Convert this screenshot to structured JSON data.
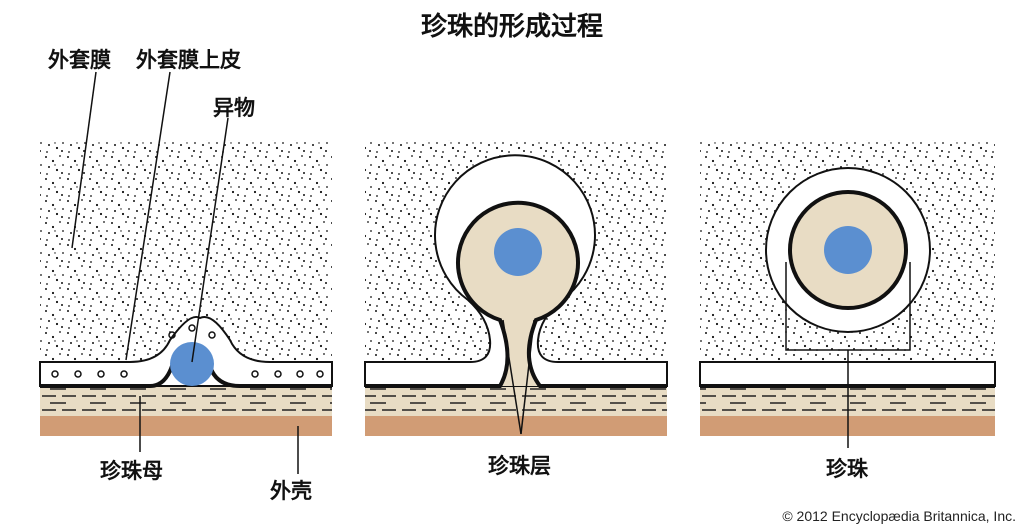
{
  "title": "珍珠的形成过程",
  "labels": {
    "mantle": "外套膜",
    "mantle_epithelium": "外套膜上皮",
    "foreign_body": "异物",
    "nacre_mother": "珍珠母",
    "shell": "外壳",
    "pearl_layer": "珍珠层",
    "pearl": "珍珠"
  },
  "credit": "© 2012 Encyclopædia  Britannica, Inc.",
  "colors": {
    "foreign_body": "#5b8fd0",
    "nacre": "#e8dcc4",
    "shell": "#d19c75",
    "outline": "#111111"
  }
}
